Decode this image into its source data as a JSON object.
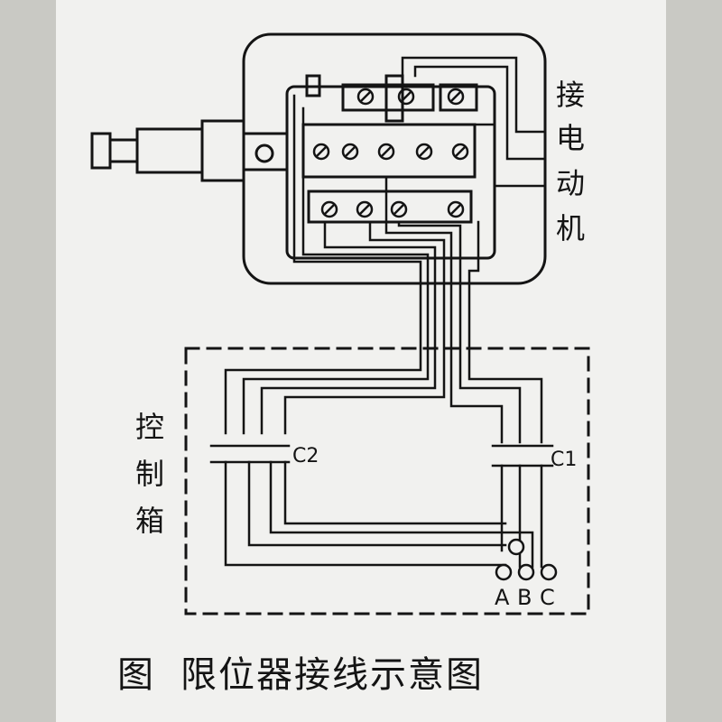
{
  "labels": {
    "motor": [
      "接",
      "电",
      "动",
      "机"
    ],
    "control_box": [
      "控",
      "制",
      "箱"
    ],
    "c1": "C1",
    "c2": "C2",
    "terminals": [
      "A",
      "B",
      "C"
    ]
  },
  "caption": {
    "prefix": "图",
    "title": "限位器接线示意图"
  },
  "colors": {
    "line": "#141414",
    "paper": "#f1f1ef",
    "background": "#c9c9c4"
  }
}
